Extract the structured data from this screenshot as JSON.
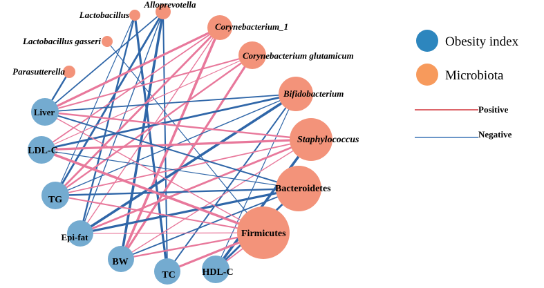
{
  "colors": {
    "obesity": "#74abd0",
    "microbiota": "#f3937a",
    "positive_edge": "#e8789b",
    "negative_edge": "#2f66a8",
    "legend_obesity": "#2d86be",
    "legend_microbiota": "#f79a5c",
    "legend_positive": "#d2333a",
    "legend_negative": "#3a73b6"
  },
  "legend": {
    "obesity_label": "Obesity index",
    "microbiota_label": "Microbiota",
    "positive_label": "Positive",
    "negative_label": "Negative"
  },
  "nodes": [
    {
      "id": "Lactobacillus",
      "label": "Lactobacillus",
      "group": "microbiota",
      "italic": true
    },
    {
      "id": "Alloprevotella",
      "label": "Alloprevotella",
      "group": "microbiota",
      "italic": true
    },
    {
      "id": "Corynebacterium_1",
      "label": "Corynebacterium_1",
      "group": "microbiota",
      "italic": true
    },
    {
      "id": "LactobacillusGasseri",
      "label": "Lactobacillus gasseri",
      "group": "microbiota",
      "italic": true
    },
    {
      "id": "CorynebacteriumGlutamicum",
      "label": "Corynebacterium glutamicum",
      "group": "microbiota",
      "italic": true
    },
    {
      "id": "Parasutterella",
      "label": "Parasutterella",
      "group": "microbiota",
      "italic": true
    },
    {
      "id": "Bifidobacterium",
      "label": "Bifidobacterium",
      "group": "microbiota",
      "italic": true
    },
    {
      "id": "Staphylococcus",
      "label": "Staphylococcus",
      "group": "microbiota",
      "italic": true
    },
    {
      "id": "Bacteroidetes",
      "label": "Bacteroidetes",
      "group": "microbiota",
      "italic": false
    },
    {
      "id": "Firmicutes",
      "label": "Firmicutes",
      "group": "microbiota",
      "italic": false
    },
    {
      "id": "Liver",
      "label": "Liver",
      "group": "obesity",
      "italic": false
    },
    {
      "id": "LDLC",
      "label": "LDL-C",
      "group": "obesity",
      "italic": false
    },
    {
      "id": "TG",
      "label": "TG",
      "group": "obesity",
      "italic": false
    },
    {
      "id": "Epifat",
      "label": "Epi-fat",
      "group": "obesity",
      "italic": false
    },
    {
      "id": "BW",
      "label": "BW",
      "group": "obesity",
      "italic": false
    },
    {
      "id": "TC",
      "label": "TC",
      "group": "obesity",
      "italic": false
    },
    {
      "id": "HDLC",
      "label": "HDL-C",
      "group": "obesity",
      "italic": false
    }
  ],
  "edges": [
    {
      "source": "Lactobacillus",
      "target": "TG",
      "sign": "negative"
    },
    {
      "source": "Lactobacillus",
      "target": "Epifat",
      "sign": "negative"
    },
    {
      "source": "Lactobacillus",
      "target": "TC",
      "sign": "negative"
    },
    {
      "source": "Alloprevotella",
      "target": "Liver",
      "sign": "negative"
    },
    {
      "source": "Alloprevotella",
      "target": "TG",
      "sign": "negative"
    },
    {
      "source": "Alloprevotella",
      "target": "Epifat",
      "sign": "negative"
    },
    {
      "source": "Alloprevotella",
      "target": "BW",
      "sign": "negative"
    },
    {
      "source": "Alloprevotella",
      "target": "TC",
      "sign": "negative"
    },
    {
      "source": "LactobacillusGasseri",
      "target": "Firmicutes",
      "sign": "negative"
    },
    {
      "source": "Parasutterella",
      "target": "Liver",
      "sign": "negative"
    },
    {
      "source": "Corynebacterium_1",
      "target": "Liver",
      "sign": "positive"
    },
    {
      "source": "Corynebacterium_1",
      "target": "LDLC",
      "sign": "positive"
    },
    {
      "source": "Corynebacterium_1",
      "target": "TG",
      "sign": "positive"
    },
    {
      "source": "Corynebacterium_1",
      "target": "Epifat",
      "sign": "positive"
    },
    {
      "source": "Corynebacterium_1",
      "target": "BW",
      "sign": "positive"
    },
    {
      "source": "CorynebacteriumGlutamicum",
      "target": "Liver",
      "sign": "positive"
    },
    {
      "source": "CorynebacteriumGlutamicum",
      "target": "LDLC",
      "sign": "positive"
    },
    {
      "source": "CorynebacteriumGlutamicum",
      "target": "TG",
      "sign": "positive"
    },
    {
      "source": "CorynebacteriumGlutamicum",
      "target": "BW",
      "sign": "positive"
    },
    {
      "source": "Bifidobacterium",
      "target": "Liver",
      "sign": "negative"
    },
    {
      "source": "Bifidobacterium",
      "target": "LDLC",
      "sign": "negative"
    },
    {
      "source": "Bifidobacterium",
      "target": "TG",
      "sign": "negative"
    },
    {
      "source": "Bifidobacterium",
      "target": "Epifat",
      "sign": "negative"
    },
    {
      "source": "Bifidobacterium",
      "target": "TC",
      "sign": "negative"
    },
    {
      "source": "Bifidobacterium",
      "target": "HDLC",
      "sign": "negative"
    },
    {
      "source": "Staphylococcus",
      "target": "Liver",
      "sign": "positive"
    },
    {
      "source": "Staphylococcus",
      "target": "LDLC",
      "sign": "positive"
    },
    {
      "source": "Staphylococcus",
      "target": "TG",
      "sign": "positive"
    },
    {
      "source": "Staphylococcus",
      "target": "Epifat",
      "sign": "positive"
    },
    {
      "source": "Staphylococcus",
      "target": "BW",
      "sign": "positive"
    },
    {
      "source": "Staphylococcus",
      "target": "HDLC",
      "sign": "negative"
    },
    {
      "source": "Bacteroidetes",
      "target": "Liver",
      "sign": "negative"
    },
    {
      "source": "Bacteroidetes",
      "target": "LDLC",
      "sign": "negative"
    },
    {
      "source": "Bacteroidetes",
      "target": "TG",
      "sign": "negative"
    },
    {
      "source": "Bacteroidetes",
      "target": "Epifat",
      "sign": "negative"
    },
    {
      "source": "Bacteroidetes",
      "target": "BW",
      "sign": "negative"
    },
    {
      "source": "Bacteroidetes",
      "target": "HDLC",
      "sign": "negative"
    },
    {
      "source": "Firmicutes",
      "target": "Liver",
      "sign": "positive"
    },
    {
      "source": "Firmicutes",
      "target": "LDLC",
      "sign": "positive"
    },
    {
      "source": "Firmicutes",
      "target": "TG",
      "sign": "positive"
    },
    {
      "source": "Firmicutes",
      "target": "Epifat",
      "sign": "positive"
    },
    {
      "source": "Firmicutes",
      "target": "BW",
      "sign": "positive"
    },
    {
      "source": "Firmicutes",
      "target": "TC",
      "sign": "positive"
    },
    {
      "source": "Firmicutes",
      "target": "HDLC",
      "sign": "positive"
    }
  ]
}
